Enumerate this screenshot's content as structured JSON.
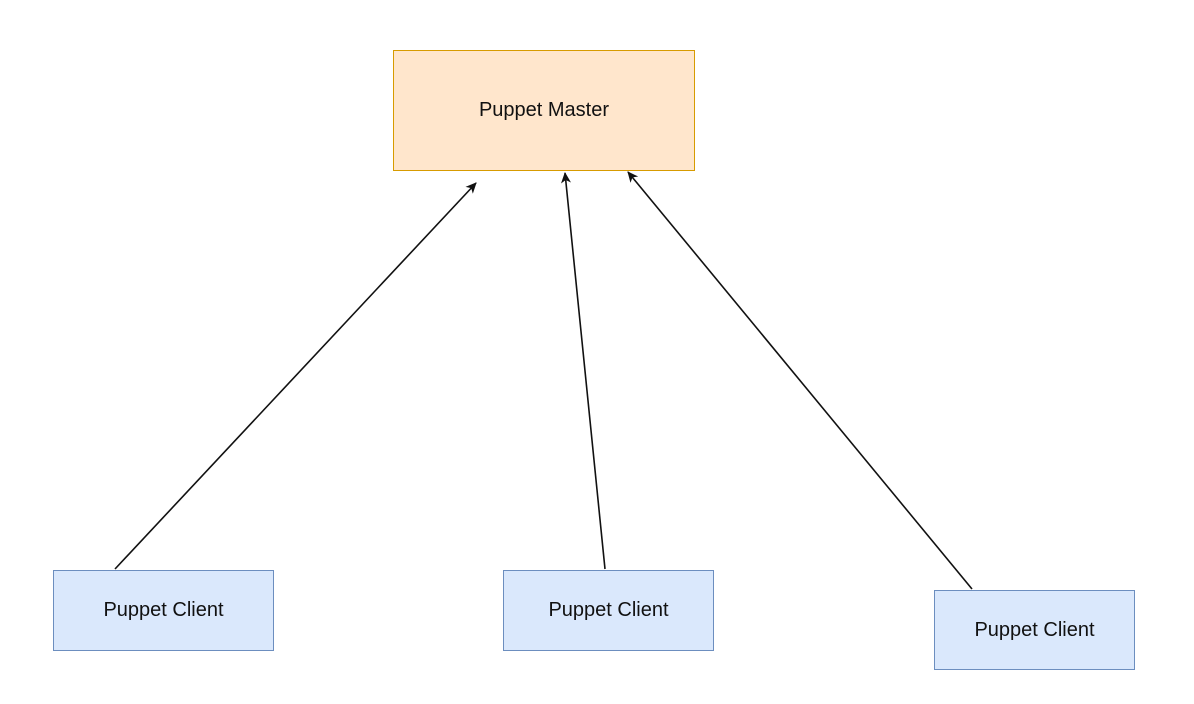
{
  "diagram": {
    "master": {
      "label": "Puppet Master"
    },
    "clients": [
      {
        "label": "Puppet Client"
      },
      {
        "label": "Puppet Client"
      },
      {
        "label": "Puppet Client"
      }
    ]
  },
  "colors": {
    "master_fill": "#ffe6cc",
    "master_stroke": "#d79b00",
    "client_fill": "#dae8fc",
    "client_stroke": "#6c8ebf",
    "edge": "#111111"
  }
}
